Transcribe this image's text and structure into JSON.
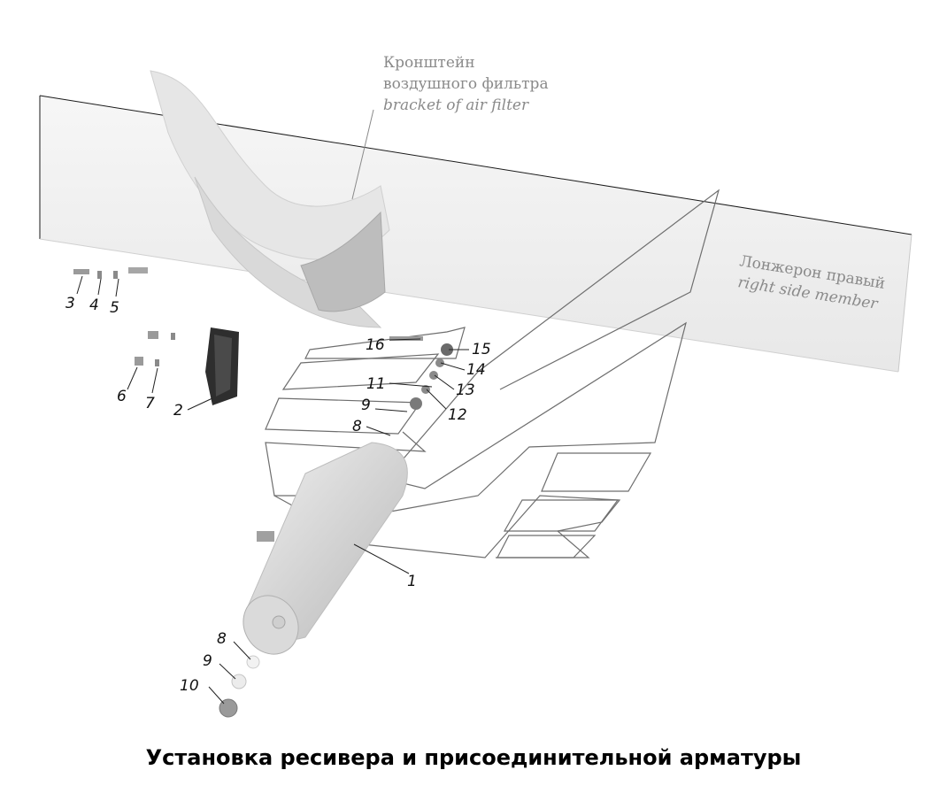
{
  "caption": "Установка ресивера и присоединительной арматуры",
  "notes": {
    "bracket_ru_line1": "Кронштейн",
    "bracket_ru_line2": "воздушного фильтра",
    "bracket_en": "bracket of air filter",
    "member_ru": "Лонжерон правый",
    "member_en": "right side member"
  },
  "callouts": [
    {
      "id": "c3",
      "text": "3"
    },
    {
      "id": "c4",
      "text": "4"
    },
    {
      "id": "c5",
      "text": "5"
    },
    {
      "id": "c6",
      "text": "6"
    },
    {
      "id": "c7",
      "text": "7"
    },
    {
      "id": "c2",
      "text": "2"
    },
    {
      "id": "c16",
      "text": "16"
    },
    {
      "id": "c15",
      "text": "15"
    },
    {
      "id": "c14",
      "text": "14"
    },
    {
      "id": "c11",
      "text": "11"
    },
    {
      "id": "c13",
      "text": "13"
    },
    {
      "id": "c9a",
      "text": "9"
    },
    {
      "id": "c12",
      "text": "12"
    },
    {
      "id": "c8a",
      "text": "8"
    },
    {
      "id": "c1",
      "text": "1"
    },
    {
      "id": "c8b",
      "text": "8"
    },
    {
      "id": "c9b",
      "text": "9"
    },
    {
      "id": "c10",
      "text": "10"
    }
  ],
  "colors": {
    "line": "#1a1a1a",
    "part_outline": "#6e6e6e",
    "receiver_fill": "#d8d8d8",
    "bracket_fill": "#2e2e2e",
    "note_text": "#8a8a8a"
  }
}
